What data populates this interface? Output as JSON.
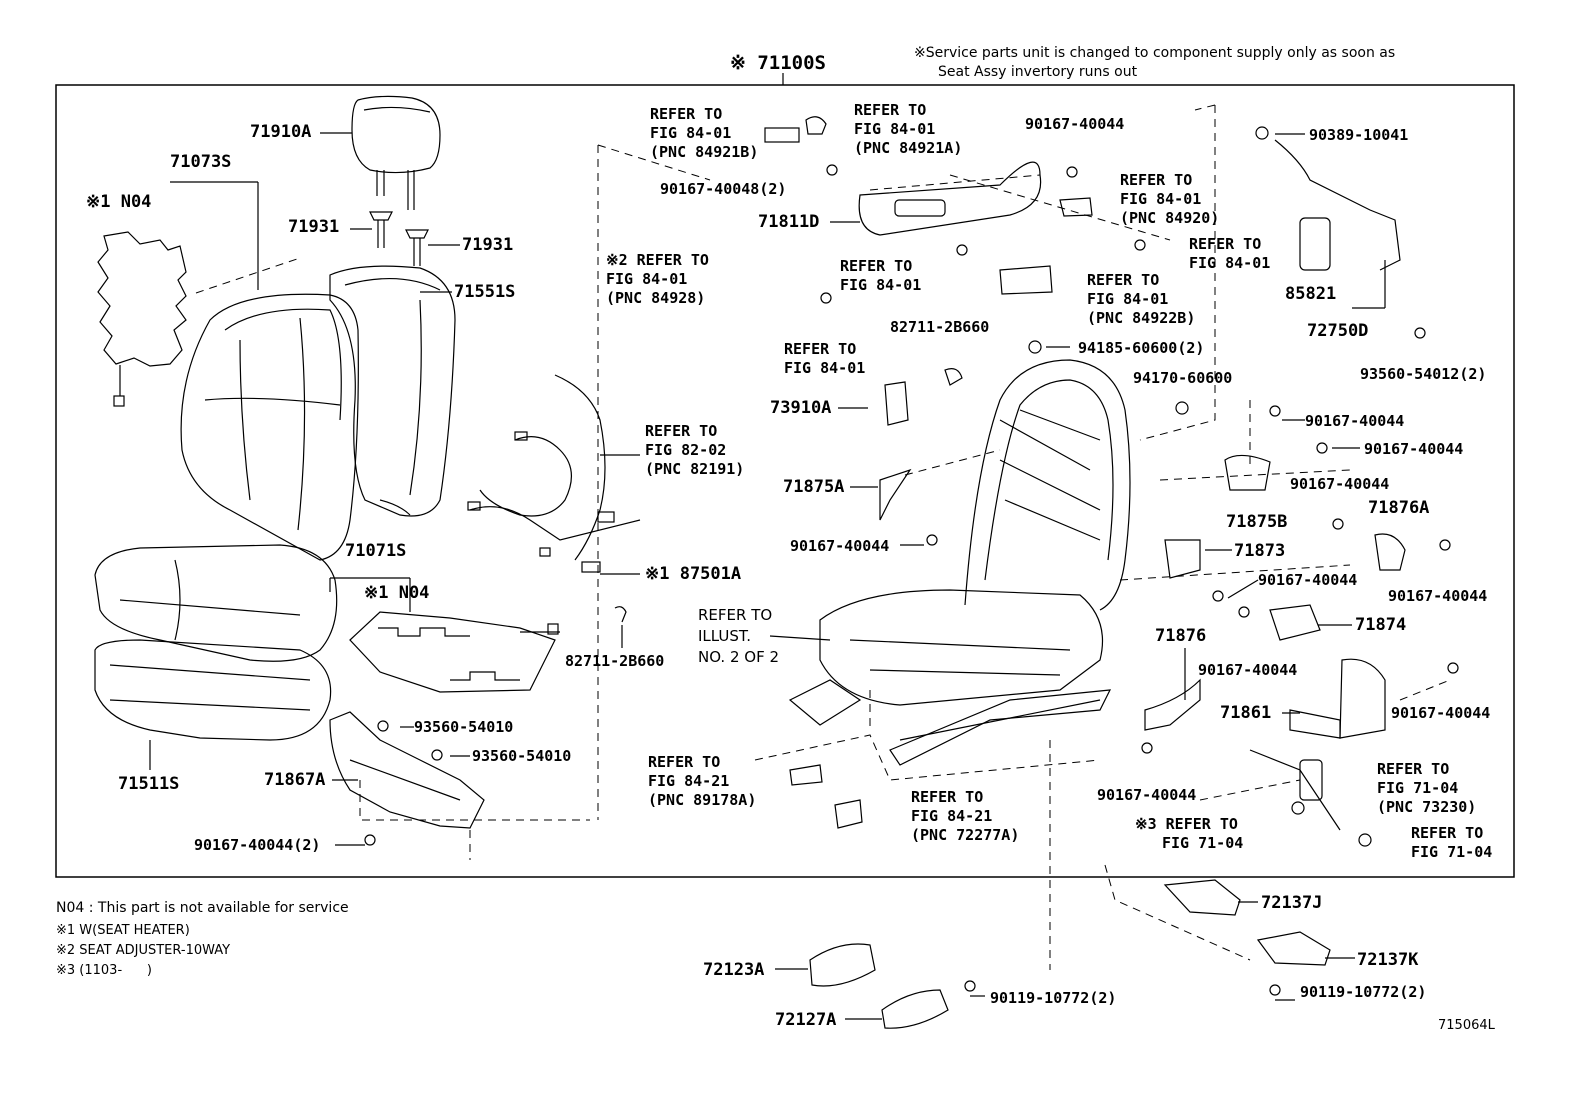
{
  "header": {
    "assembly": "※ 71100S",
    "service_note_1": "※Service parts unit is changed to component supply only as soon as",
    "service_note_2": "Seat Assy invertory runs out"
  },
  "parts": {
    "p71910A": "71910A",
    "p71073S": "71073S",
    "p1N04_top": "※1 N04",
    "p71931_l": "71931",
    "p71931_r": "71931",
    "p71551S": "71551S",
    "p71071S": "71071S",
    "p1N04_mid": "※1 N04",
    "p71511S": "71511S",
    "p71867A": "71867A",
    "p93560_a": "93560-54010",
    "p93560_b": "93560-54010",
    "p90167_2_bottom": "90167-40044(2)",
    "p87501A": "※1 87501A",
    "p82711_low": "82711-2B660",
    "p82711_up": "82711-2B660",
    "p90167_40048": "90167-40048(2)",
    "p71811D": "71811D",
    "p90167_top": "90167-40044",
    "p73910A": "73910A",
    "p71875A": "71875A",
    "p90167_left": "90167-40044",
    "p94185": "94185-60600(2)",
    "p94170": "94170-60600",
    "p90389": "90389-10041",
    "p85821": "85821",
    "p72750D": "72750D",
    "p93560_54012": "93560-54012(2)",
    "p90167_r1": "90167-40044",
    "p90167_r2": "90167-40044",
    "p90167_r3": "90167-40044",
    "p71875B": "71875B",
    "p71876A": "71876A",
    "p71873": "71873",
    "p90167_r4": "90167-40044",
    "p90167_r5": "90167-40044",
    "p71874": "71874",
    "p71876": "71876",
    "p90167_r6": "90167-40044",
    "p71861": "71861",
    "p90167_r7": "90167-40044",
    "p90167_r8": "90167-40044",
    "p72137J": "72137J",
    "p72137K": "72137K",
    "p72123A": "72123A",
    "p72127A": "72127A",
    "p90119_a": "90119-10772(2)",
    "p90119_b": "90119-10772(2)"
  },
  "refs": {
    "r_84921B": [
      "REFER TO",
      "FIG 84-01",
      "(PNC 84921B)"
    ],
    "r_84921A": [
      "REFER TO",
      "FIG 84-01",
      "(PNC 84921A)"
    ],
    "r_84920": [
      "REFER TO",
      "FIG 84-01",
      "(PNC 84920)"
    ],
    "r_84_01_a": [
      "REFER TO",
      "FIG 84-01"
    ],
    "r_84928": [
      "※2 REFER TO",
      "FIG 84-01",
      "(PNC 84928)"
    ],
    "r_84_01_b": [
      "REFER TO",
      "FIG 84-01"
    ],
    "r_84922B": [
      "REFER TO",
      "FIG 84-01",
      "(PNC 84922B)"
    ],
    "r_84_01_c": [
      "REFER TO",
      "FIG 84-01"
    ],
    "r_82191": [
      "REFER TO",
      "FIG 82-02",
      "(PNC 82191)"
    ],
    "r_illust": [
      "REFER TO",
      "ILLUST.",
      "NO. 2 OF 2"
    ],
    "r_89178A": [
      "REFER TO",
      "FIG 84-21",
      "(PNC 89178A)"
    ],
    "r_72277A": [
      "REFER TO",
      "FIG 84-21",
      "(PNC 72277A)"
    ],
    "r_73230": [
      "REFER TO",
      "FIG 71-04",
      "(PNC 73230)"
    ],
    "r_3_71_04": [
      "※3 REFER TO",
      "FIG 71-04"
    ],
    "r_71_04": [
      "REFER TO",
      "FIG 71-04"
    ]
  },
  "footnotes": {
    "n04": "N04 : This part is not available for service",
    "n1": "※1 W(SEAT HEATER)",
    "n2": "※2 SEAT ADJUSTER-10WAY",
    "n3": "※3 (1103-      )"
  },
  "figure_id": "715064L"
}
